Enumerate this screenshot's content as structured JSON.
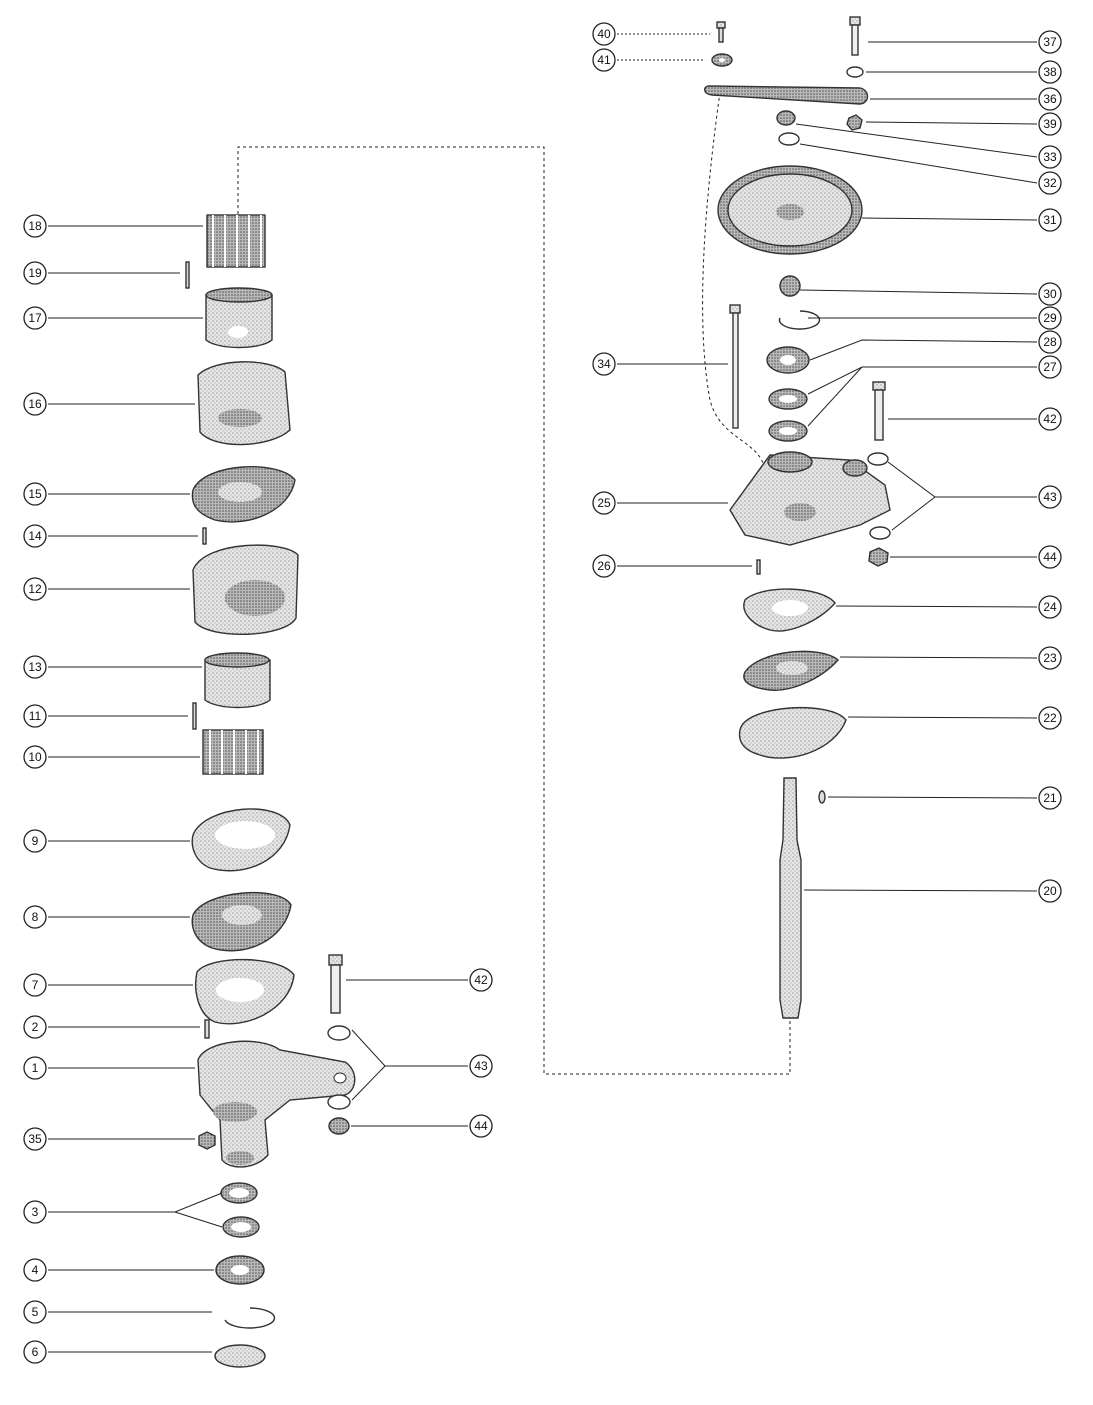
{
  "diagram": {
    "callouts": {
      "c40": "40",
      "c41": "41",
      "c37": "37",
      "c38": "38",
      "c36": "36",
      "c39": "39",
      "c33": "33",
      "c32": "32",
      "c31": "31",
      "c30": "30",
      "c29": "29",
      "c28": "28",
      "c27": "27",
      "c34": "34",
      "c42r": "42",
      "c25": "25",
      "c43r": "43",
      "c26": "26",
      "c44r": "44",
      "c24": "24",
      "c23": "23",
      "c22": "22",
      "c21": "21",
      "c20": "20",
      "c18": "18",
      "c19": "19",
      "c17": "17",
      "c16": "16",
      "c15": "15",
      "c14": "14",
      "c12": "12",
      "c13": "13",
      "c11": "11",
      "c10": "10",
      "c9": "9",
      "c8": "8",
      "c7": "7",
      "c2": "2",
      "c1": "1",
      "c35": "35",
      "c3": "3",
      "c4": "4",
      "c5": "5",
      "c6": "6",
      "c42l": "42",
      "c43l": "43",
      "c44l": "44"
    }
  }
}
